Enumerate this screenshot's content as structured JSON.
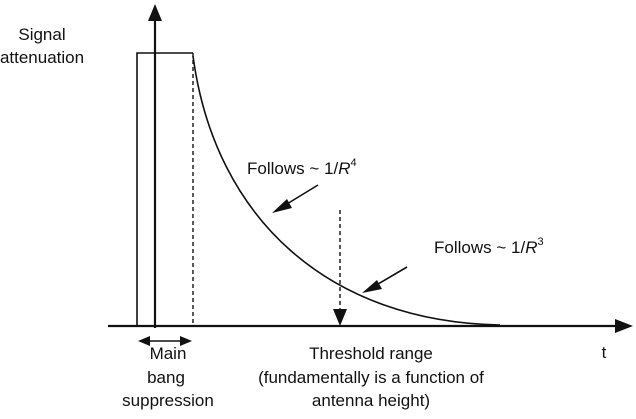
{
  "diagram": {
    "y_axis_label": [
      "Signal",
      "attenuation"
    ],
    "x_axis_label": "t",
    "curve_label_1": {
      "prefix": "Follows ~ 1/",
      "variable": "R",
      "exponent": "4"
    },
    "curve_label_2": {
      "prefix": "Follows ~ 1/",
      "variable": "R",
      "exponent": "3"
    },
    "main_bang_label": [
      "Main",
      "bang",
      "suppression"
    ],
    "threshold_label": [
      "Threshold range",
      "(fundamentally is a function of",
      "antenna height)"
    ]
  },
  "colors": {
    "ink": "#111111",
    "background": "#ffffff"
  }
}
